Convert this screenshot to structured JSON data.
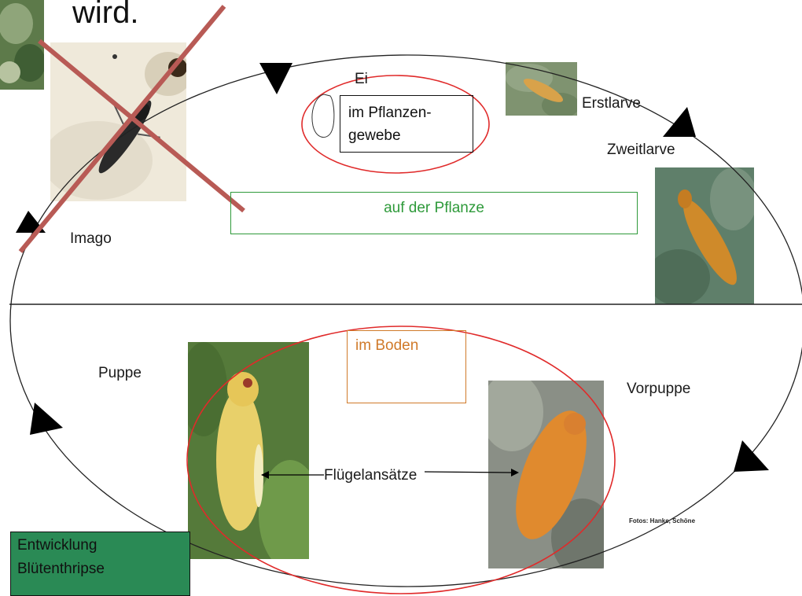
{
  "top_text": "wird.",
  "stages": {
    "ei": "Ei",
    "ei_note_1": "im Pflanzen-",
    "ei_note_2": "gewebe",
    "erstlarve": "Erstlarve",
    "zweitlarve": "Zweitlarve",
    "imago": "Imago",
    "puppe": "Puppe",
    "vorpuppe": "Vorpuppe"
  },
  "zones": {
    "plant": "auf der Pflanze",
    "soil": "im Boden"
  },
  "annotation": "Flügelansätze",
  "credit": "Fotos: Hanke, Schöne",
  "title_box": {
    "line1": "Entwicklung",
    "line2": "Blütenthripse"
  },
  "colors": {
    "plant_zone": "#2e9a3a",
    "soil_zone": "#d07a2a",
    "highlight_ellipse": "#e02a2a",
    "cross": "#b85a55",
    "title_box_bg": "#2a8a55"
  }
}
